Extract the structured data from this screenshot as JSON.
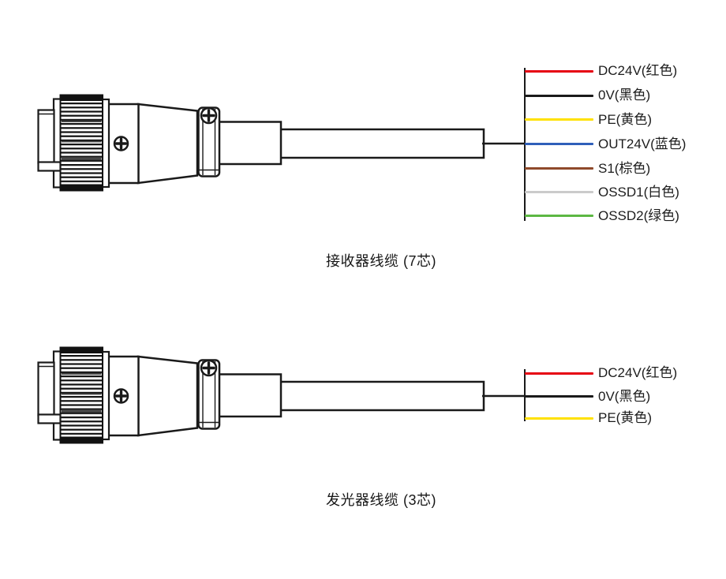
{
  "page": {
    "background": "#ffffff",
    "line_color": "#1a1a1a"
  },
  "diagrams": [
    {
      "id": "receiver-cable",
      "caption": "接收器线缆 (7芯)",
      "wires": [
        {
          "label": "DC24V(红色)",
          "color": "#e60012"
        },
        {
          "label": "0V(黑色)",
          "color": "#1a1a1a"
        },
        {
          "label": "PE(黄色)",
          "color": "#ffe100"
        },
        {
          "label": "OUT24V(蓝色)",
          "color": "#2f5fba"
        },
        {
          "label": "S1(棕色)",
          "color": "#8f4a2b"
        },
        {
          "label": "OSSD1(白色)",
          "color": "#cbcbcb"
        },
        {
          "label": "OSSD2(绿色)",
          "color": "#5cb843"
        }
      ]
    },
    {
      "id": "emitter-cable",
      "caption": "发光器线缆 (3芯)",
      "wires": [
        {
          "label": "DC24V(红色)",
          "color": "#e60012"
        },
        {
          "label": "0V(黑色)",
          "color": "#1a1a1a"
        },
        {
          "label": "PE(黄色)",
          "color": "#ffe100"
        }
      ]
    }
  ]
}
